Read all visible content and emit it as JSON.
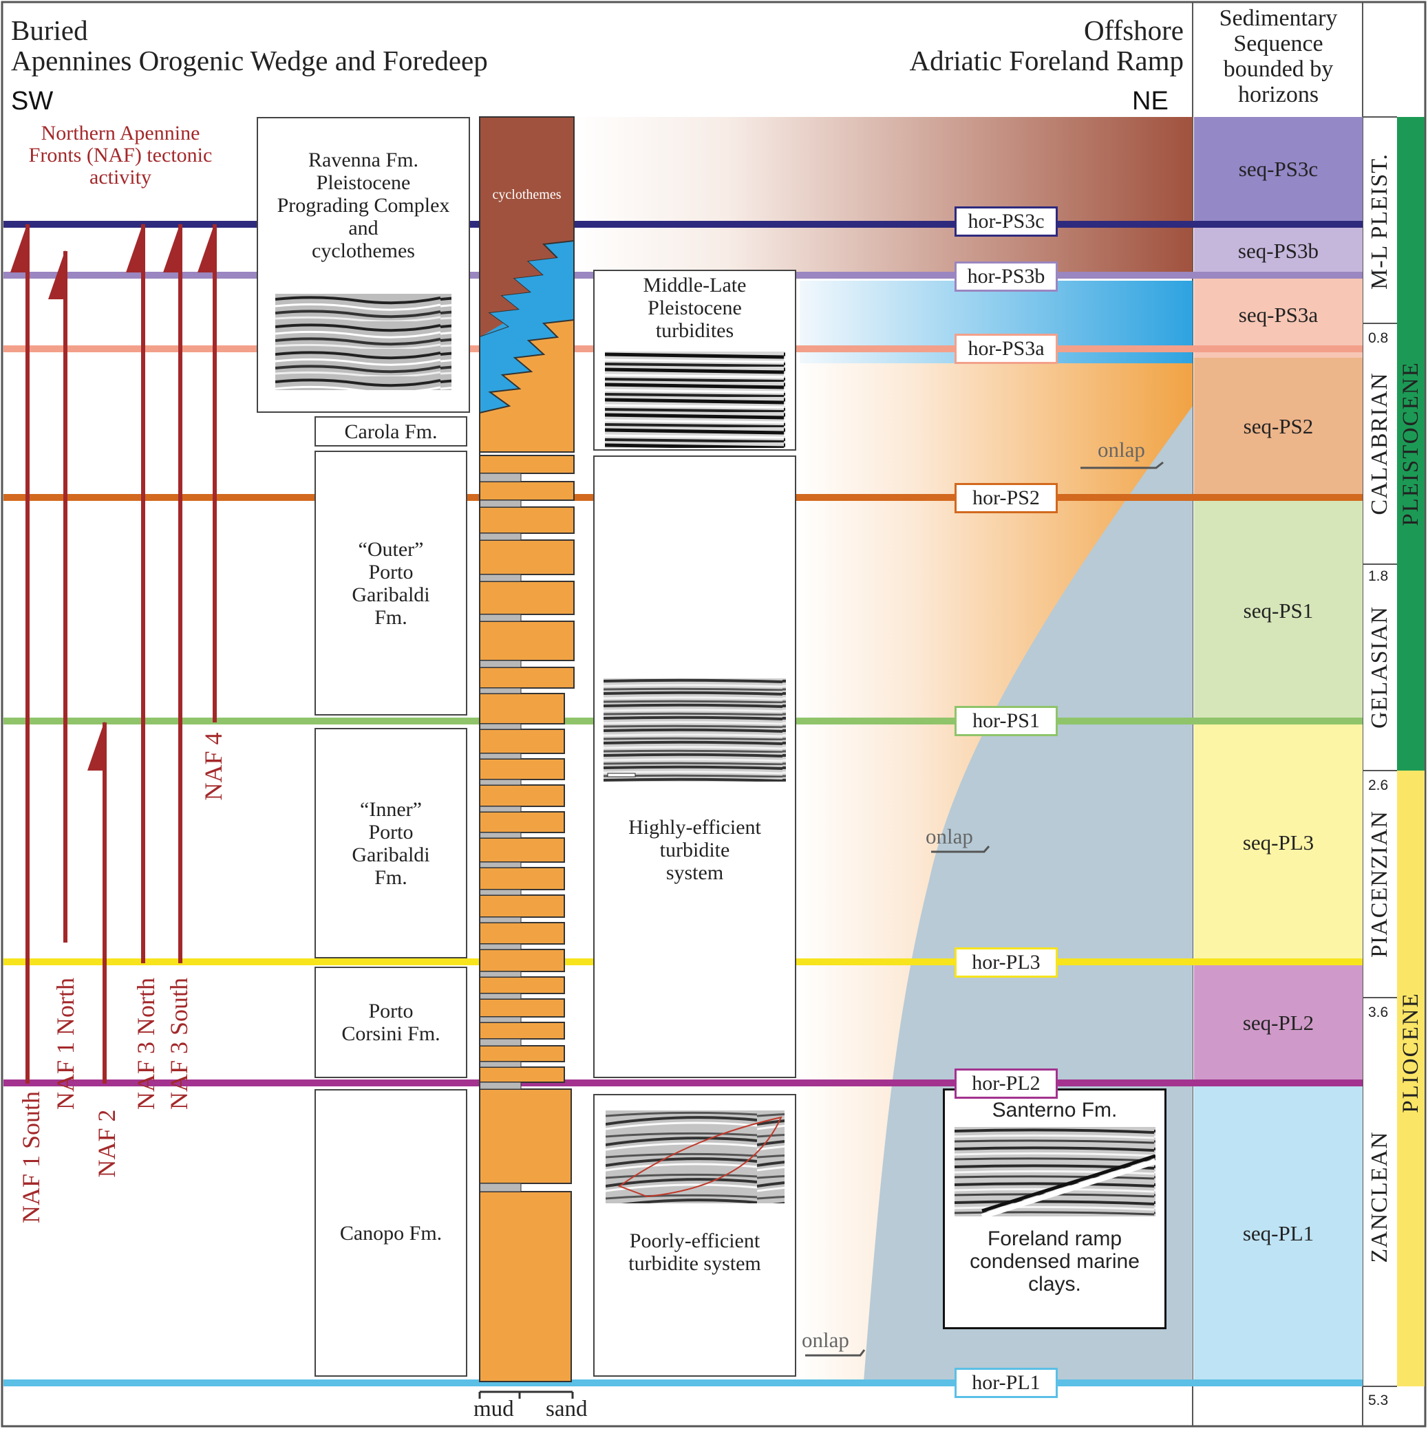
{
  "header": {
    "left_title_line1": "Buried",
    "left_title_line2": "Apennines Orogenic Wedge and Foredeep",
    "right_title_line1": "Offshore",
    "right_title_line2": "Adriatic Foreland Ramp",
    "dir_left": "SW",
    "dir_right": "NE",
    "seq_header": [
      "Sedimentary",
      "Sequence",
      "bounded by",
      "horizons"
    ]
  },
  "naf": {
    "heading": [
      "Northern Apennine",
      "Fronts (NAF) tectonic",
      "activity"
    ],
    "faults": [
      "NAF 1 South",
      "NAF 1 North",
      "NAF 2",
      "NAF 3 North",
      "NAF 3 South",
      "NAF 4"
    ],
    "color": "#a3282a"
  },
  "formations": {
    "ravenna": [
      "Ravenna Fm.",
      "Pleistocene",
      "Prograding Complex",
      "and",
      "cyclothemes"
    ],
    "carola": "Carola Fm.",
    "outer": [
      "“Outer”",
      "Porto",
      "Garibaldi",
      "Fm."
    ],
    "inner": [
      "“Inner”",
      "Porto",
      "Garibaldi",
      "Fm."
    ],
    "corsini": [
      "Porto",
      "Corsini Fm."
    ],
    "canopo": "Canopo Fm."
  },
  "column": {
    "cyclothemes": "cyclothemes",
    "mud": "mud",
    "sand": "sand",
    "colors": {
      "brown": "#a0523e",
      "blue": "#2ea3e0",
      "orange": "#f1a344",
      "grey": "#b8b8b8"
    }
  },
  "turbidites": {
    "middle_late": [
      "Middle-Late",
      "Pleistocene",
      "turbidites"
    ],
    "highly": [
      "Highly-efficient",
      "turbidite",
      "system"
    ],
    "poorly": [
      "Poorly-efficient",
      "turbidite system"
    ]
  },
  "santerno": {
    "title": "Santerno Fm.",
    "caption": [
      "Foreland ramp",
      "condensed marine",
      "clays."
    ]
  },
  "onlap": [
    "onlap",
    "onlap",
    "onlap"
  ],
  "horizons": [
    {
      "label": "hor-PS3c",
      "color": "#2e2a7e"
    },
    {
      "label": "hor-PS3b",
      "color": "#9a86c0"
    },
    {
      "label": "hor-PS3a",
      "color": "#f3a08a"
    },
    {
      "label": "hor-PS2",
      "color": "#d2691e"
    },
    {
      "label": "hor-PS1",
      "color": "#8fc46a"
    },
    {
      "label": "hor-PL3",
      "color": "#f7e41d"
    },
    {
      "label": "hor-PL2",
      "color": "#a3338f"
    },
    {
      "label": "hor-PL1",
      "color": "#5bbfe6"
    }
  ],
  "sequences": [
    {
      "label": "seq-PS3c",
      "color": "#9488c6"
    },
    {
      "label": "seq-PS3b",
      "color": "#c5b6dc"
    },
    {
      "label": "seq-PS3a",
      "color": "#f7c6b5"
    },
    {
      "label": "seq-PS2",
      "color": "#edb58a"
    },
    {
      "label": "seq-PS1",
      "color": "#d6e6b9"
    },
    {
      "label": "seq-PL3",
      "color": "#fbf5a5"
    },
    {
      "label": "seq-PL2",
      "color": "#cf9ac9"
    },
    {
      "label": "seq-PL1",
      "color": "#bde3f4"
    }
  ],
  "stages": [
    "M-L PLEIST.",
    "CALABRIAN",
    "GELASIAN",
    "PIACENZIAN",
    "ZANCLEAN"
  ],
  "epochs": [
    {
      "label": "PLEISTOCENE",
      "color": "#1c9a55"
    },
    {
      "label": "PLIOCENE",
      "color": "#fbe567"
    }
  ],
  "ages": [
    "0.8",
    "1.8",
    "2.6",
    "3.6",
    "5.3"
  ]
}
